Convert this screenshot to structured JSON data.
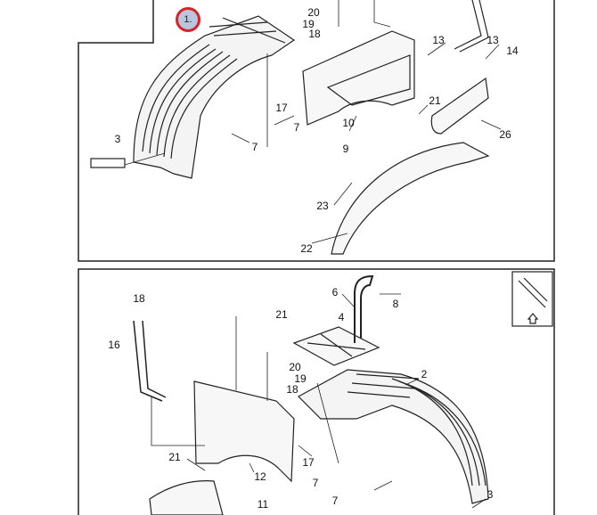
{
  "selected_callout": "1.",
  "colors": {
    "selection_ring": "#d8222c",
    "selection_fill": "#b9c6dc",
    "line": "#222222"
  },
  "top_panel": {
    "callouts": [
      "20",
      "19",
      "18",
      "13",
      "13",
      "14",
      "17",
      "7",
      "7",
      "10",
      "9",
      "21",
      "26",
      "3",
      "23",
      "22"
    ]
  },
  "bottom_panel": {
    "callouts": [
      "18",
      "16",
      "21",
      "6",
      "8",
      "4",
      "20",
      "19",
      "18",
      "2",
      "17",
      "21",
      "12",
      "11",
      "7",
      "7",
      "3"
    ],
    "orientation_icon": "direction-arrow-icon"
  }
}
